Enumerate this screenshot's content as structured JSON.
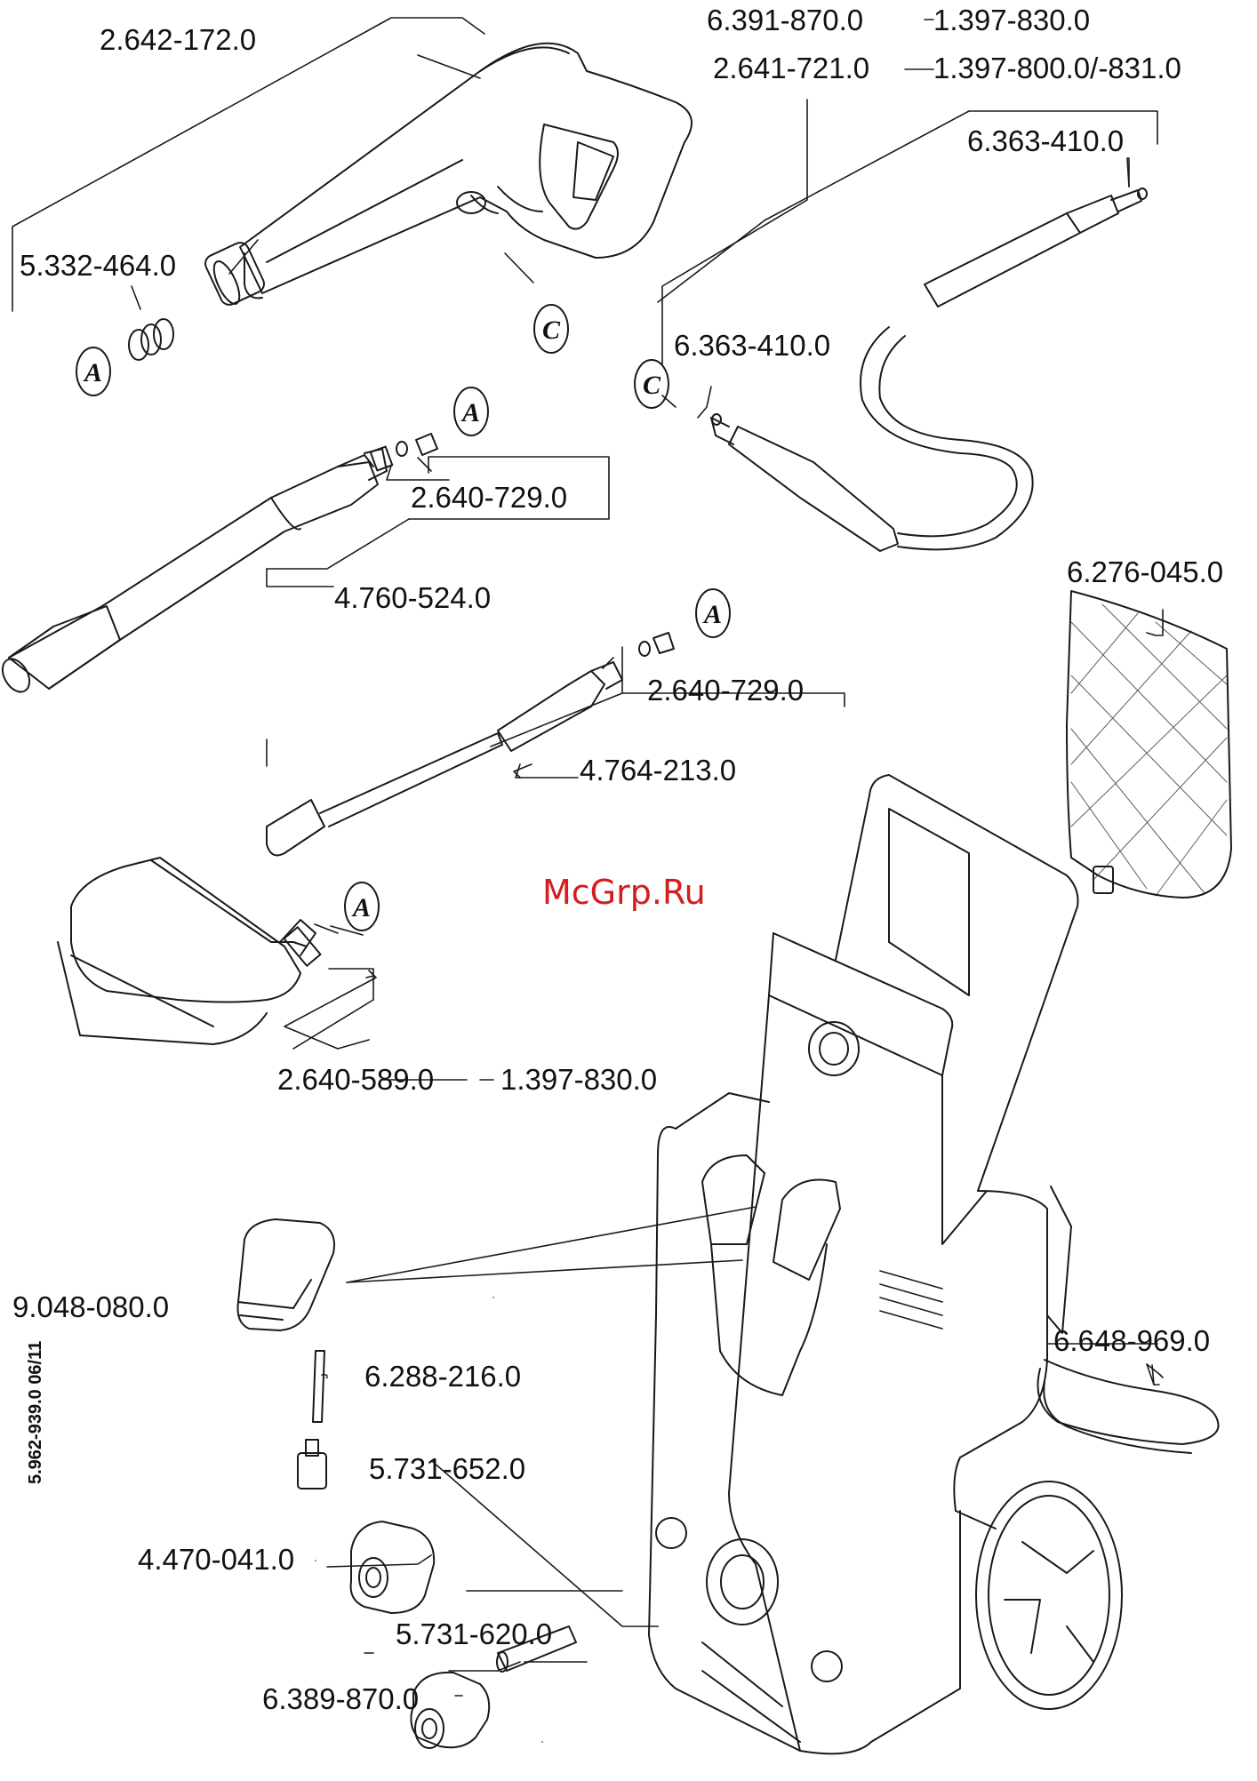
{
  "watermark": "McGrp.Ru",
  "document_number": "5.962-939.0  06/11",
  "markers": {
    "a": "A",
    "c": "C"
  },
  "parts": {
    "trigger_gun": "2.642-172.0",
    "gun_seal_set": "5.332-464.0",
    "hose_fitting_top_left": "6.391-870.0",
    "hose_fitting_top_right": "1.397-830.0",
    "hp_hose_left": "2.641-721.0",
    "hp_hose_right": "1.397-800.0/-831.0",
    "o_ring_top": "6.363-410.0",
    "o_ring_mid": "6.363-410.0",
    "lance_adapter_upper": "2.640-729.0",
    "vario_lance": "4.760-524.0",
    "lance_adapter_lower": "2.640-729.0",
    "dirt_blaster": "4.764-213.0",
    "filter_net": "6.276-045.0",
    "wash_brush_left": "2.640-589.0",
    "wash_brush_right": "1.397-830.0",
    "detergent_cap": "9.048-080.0",
    "suction_tube": "6.288-216.0",
    "detergent_filter": "5.731-652.0",
    "water_connector": "4.470-041.0",
    "power_cord": "6.648-969.0",
    "inlet_coupling": "5.731-620.0",
    "garden_hose_coupling": "6.389-870.0"
  }
}
